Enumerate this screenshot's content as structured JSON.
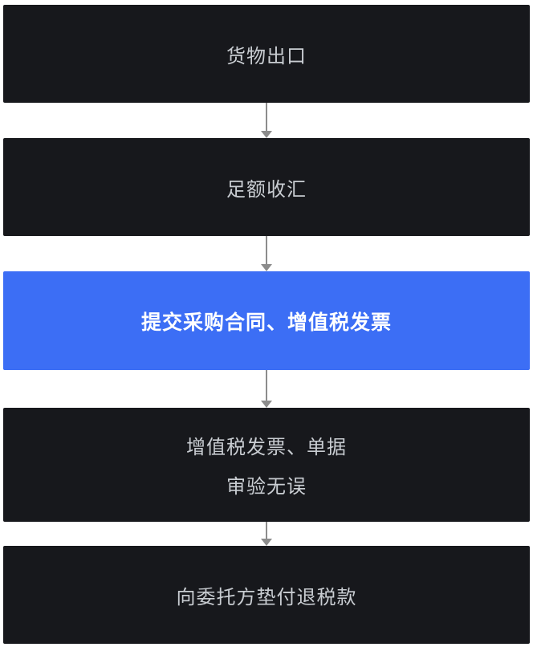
{
  "flowchart": {
    "title": "export-tax-rebate-process",
    "steps": [
      {
        "id": 1,
        "label": "货物出口",
        "state": "normal"
      },
      {
        "id": 2,
        "label": "足额收汇",
        "state": "normal"
      },
      {
        "id": 3,
        "label": "提交采购合同、增值税发票",
        "state": "highlighted"
      },
      {
        "id": 4,
        "line1": "增值税发票、单据",
        "line2": "审验无误",
        "state": "normal"
      },
      {
        "id": 5,
        "label": "向委托方垫付退税款",
        "state": "normal"
      }
    ],
    "colors": {
      "background": "#ffffff",
      "box_dark": "#17181c",
      "box_highlight": "#3c6ef5",
      "text_on_dark": "#c9cdd2",
      "text_on_highlight": "#ffffff",
      "arrow": "#8c8c8c"
    }
  }
}
